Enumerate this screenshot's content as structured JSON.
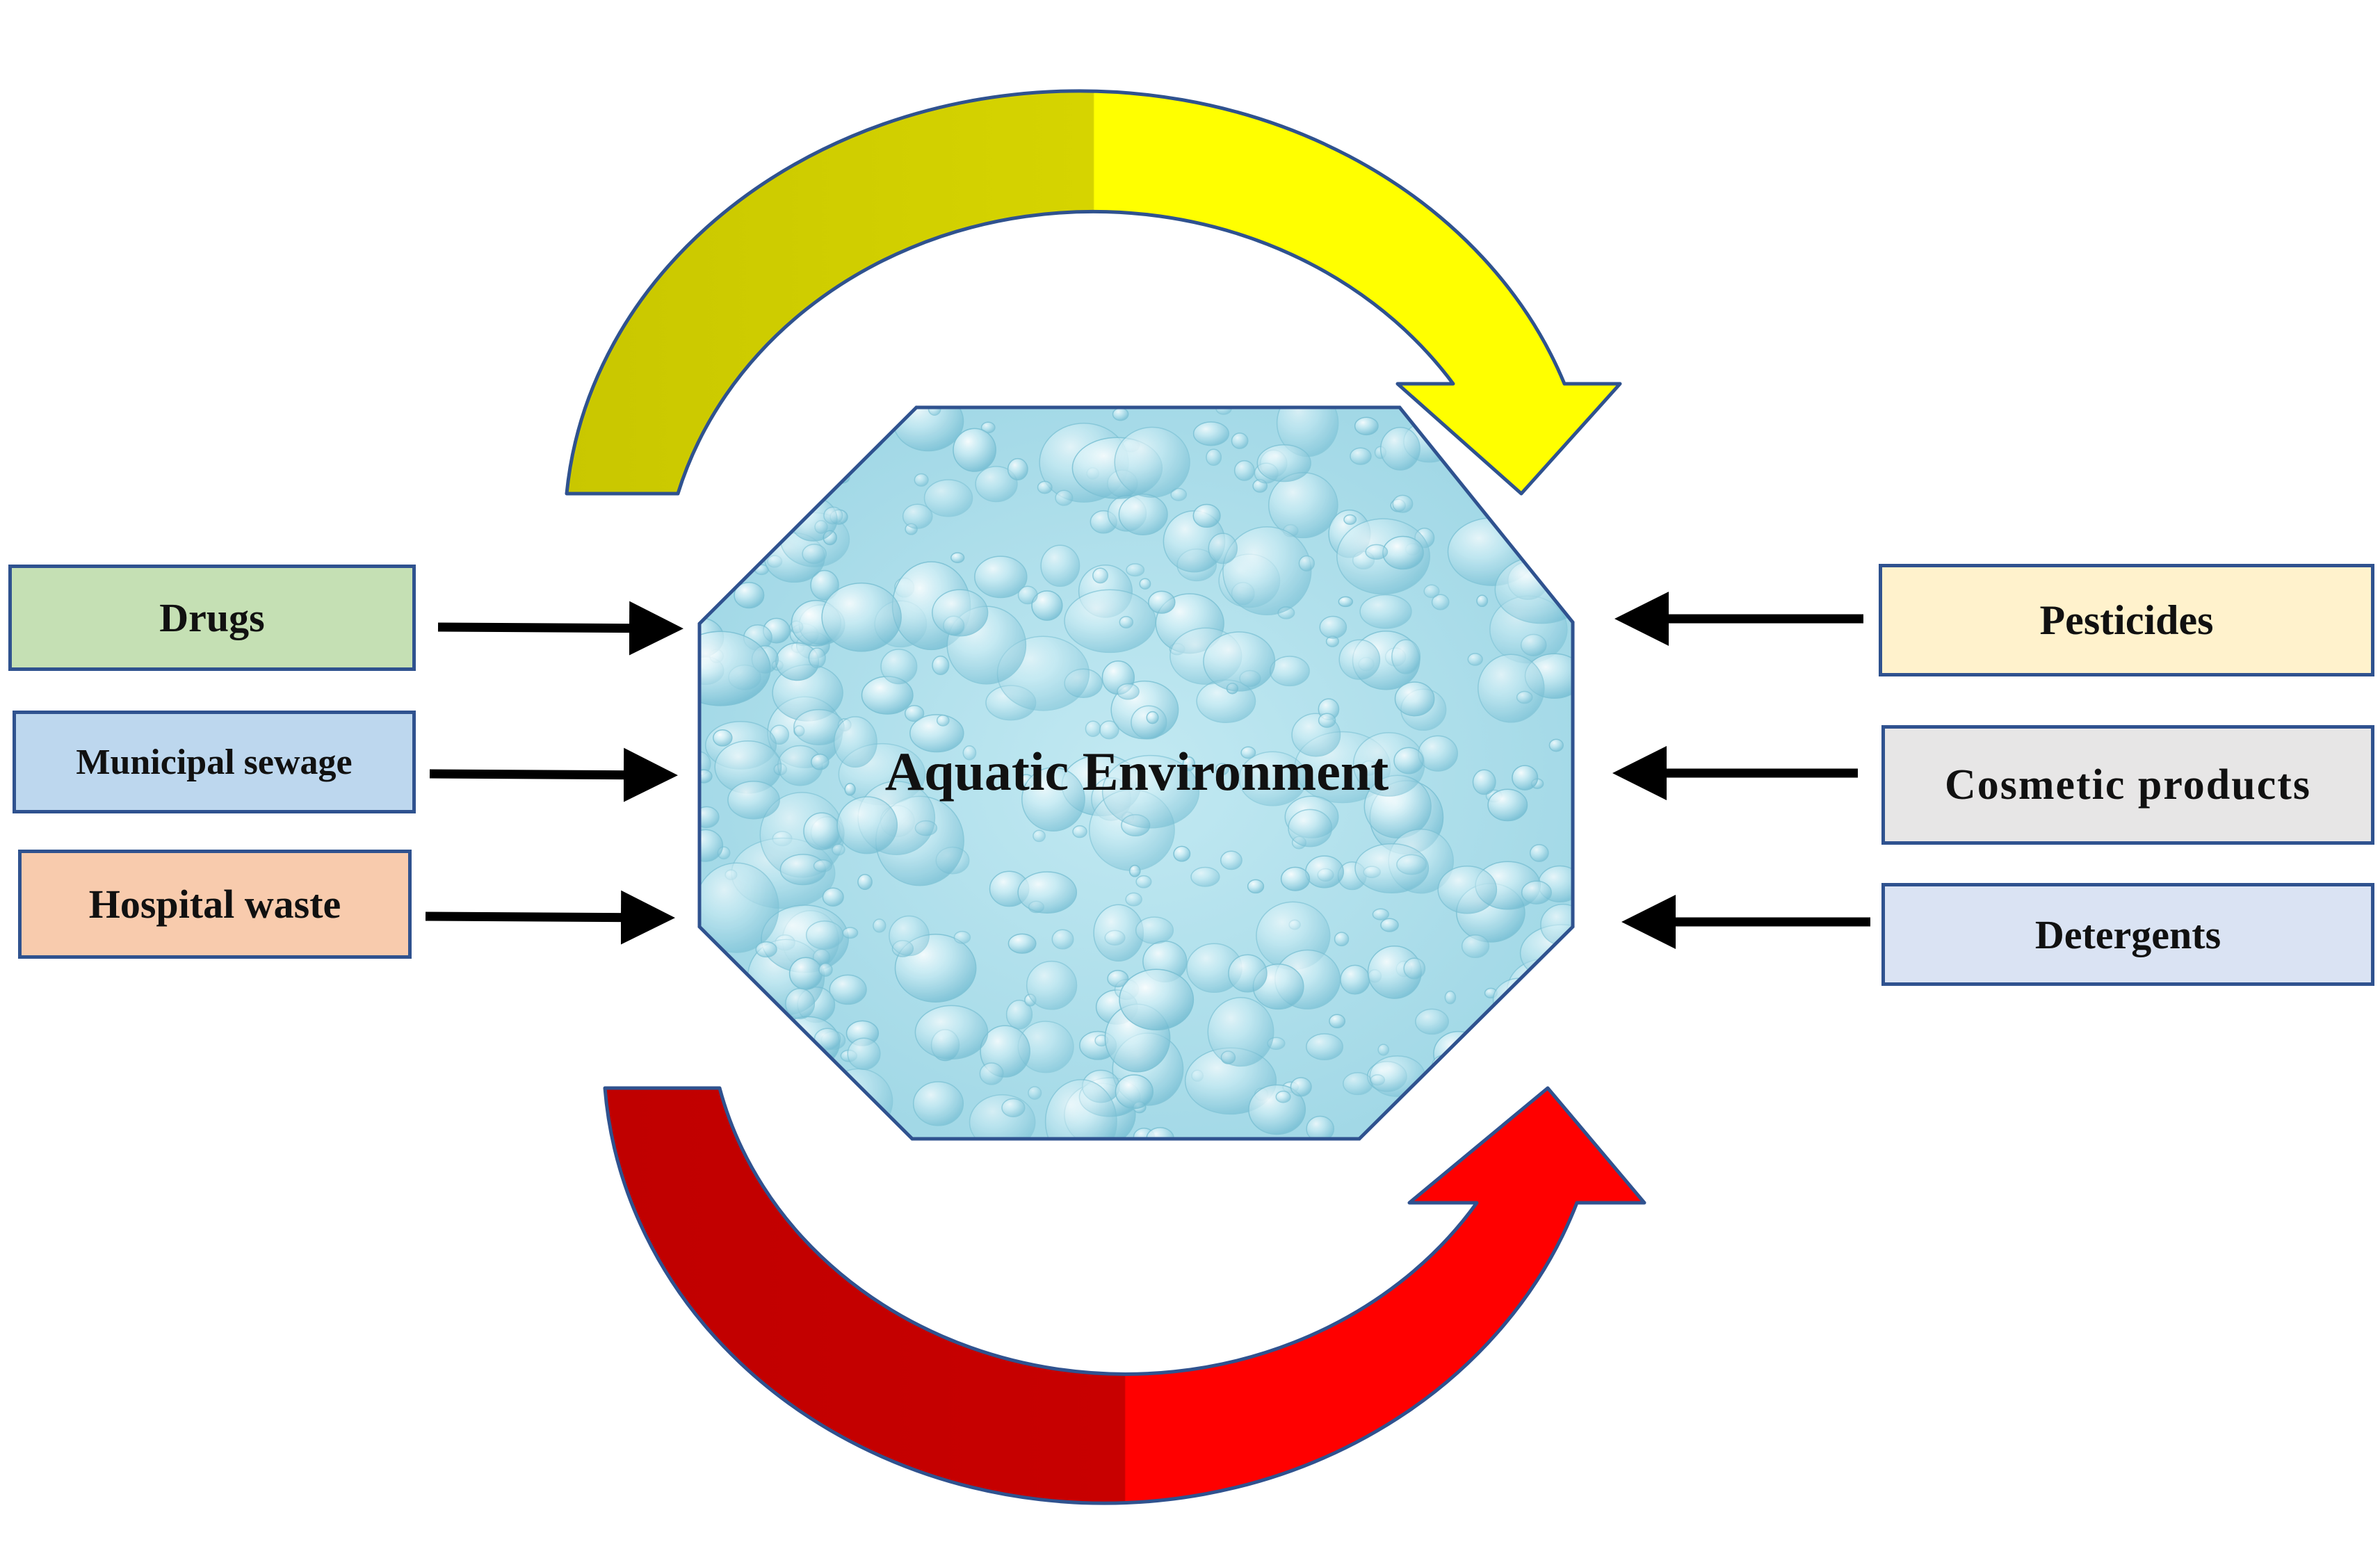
{
  "center": {
    "label": "Aquatic Environment"
  },
  "sources_left": [
    {
      "label": "Drugs",
      "color": "#c5e0b4"
    },
    {
      "label": "Municipal sewage",
      "color": "#bdd7ee"
    },
    {
      "label": "Hospital waste",
      "color": "#f8cbad"
    }
  ],
  "sources_right": [
    {
      "label": "Pesticides",
      "color": "#fff2cc"
    },
    {
      "label": "Cosmetic products",
      "color": "#e7e6e6"
    },
    {
      "label": "Detergents",
      "color": "#dae3f3"
    }
  ],
  "colors": {
    "box_border": "#2f528f",
    "water": "#a9dce8",
    "top_arrow_dark": "#c9c700",
    "top_arrow_light": "#ffff00",
    "bottom_arrow_dark": "#c00000",
    "bottom_arrow_light": "#ff0000",
    "input_arrow": "#000000"
  }
}
